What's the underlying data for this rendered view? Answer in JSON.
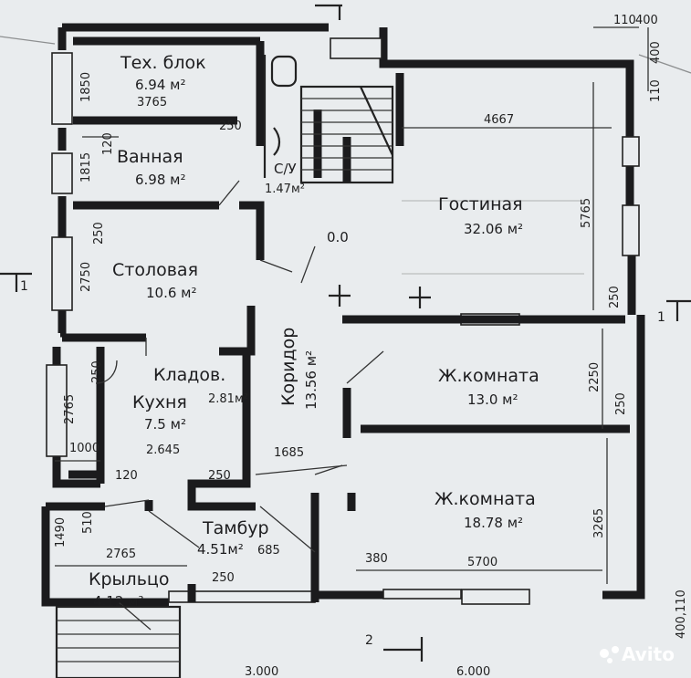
{
  "rooms": {
    "tech_block": {
      "name": "Тех. блок",
      "area": "6.94 м²",
      "dim": "3765"
    },
    "bathroom": {
      "name": "Ванная",
      "area": "6.98 м²"
    },
    "wc": {
      "name": "С/У",
      "area": "1.47м²"
    },
    "living_room": {
      "name": "Гостиная",
      "area": "32.06 м²"
    },
    "dining_room": {
      "name": "Столовая",
      "area": "10.6 м²"
    },
    "pantry": {
      "name": "Кладов.",
      "area": "2.81м²"
    },
    "kitchen": {
      "name": "Кухня",
      "area": "7.5 м²",
      "dim": "2.645"
    },
    "corridor": {
      "name": "Коридор",
      "area": "13.56 м²"
    },
    "bedroom1": {
      "name": "Ж.комната",
      "area": "13.0 м²"
    },
    "bedroom2": {
      "name": "Ж.комната",
      "area": "18.78 м²"
    },
    "vestibule": {
      "name": "Тамбур",
      "area": "4.51м²"
    },
    "porch": {
      "name": "Крыльцо",
      "area": "4.12 м²"
    }
  },
  "dimensions": {
    "top_110": "110",
    "top_400": "400",
    "right_400": "400",
    "right_110": "110",
    "d1850": "1850",
    "d1815": "1815",
    "d2750": "2750",
    "d2765_left": "2765",
    "d1490": "1490",
    "d510": "510",
    "d250_tech": "250",
    "d120_bath": "120",
    "d250_dining": "250",
    "d250_pantry": "250",
    "d4667": "4667",
    "d5765": "5765",
    "d250_right": "250",
    "d2250": "2250",
    "d250_bed": "250",
    "d3265": "3265",
    "d1000": "1000",
    "d120_kitchen": "120",
    "d250_kitchen": "250",
    "d1685": "1685",
    "d2765_porch": "2765",
    "d685": "685",
    "d250_porch": "250",
    "d380": "380",
    "d5700": "5700",
    "d400_110_bottom": "400,110",
    "bottom_left": "3.000",
    "bottom_right": "6.000"
  },
  "level_mark": "0.0",
  "axes": {
    "section_1_left": "1",
    "section_1_right": "1",
    "section_2": "2"
  },
  "watermark": "Avito"
}
